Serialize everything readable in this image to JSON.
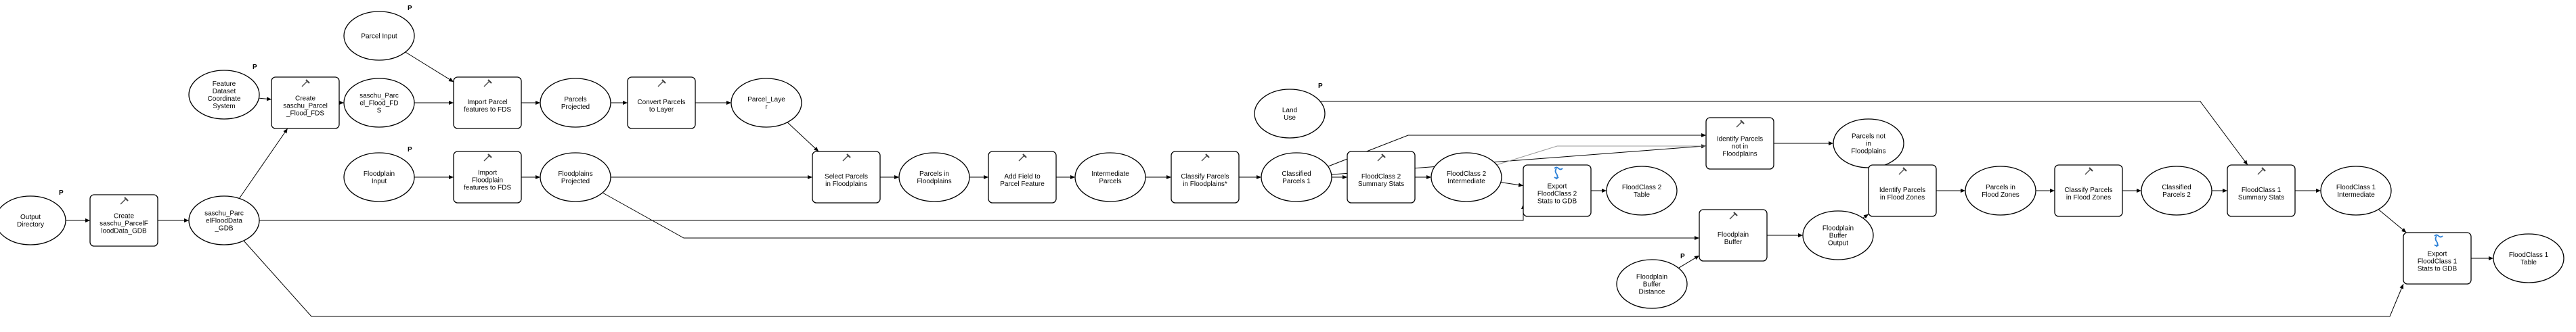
{
  "colors": {
    "stroke": "#000000",
    "fill": "#ffffff",
    "export_icon": "#2a7fd6",
    "light_connector": "#9a9a9a"
  },
  "param_marker": "P",
  "nodes": [
    {
      "id": "output_dir",
      "shape": "ellipse",
      "label": "Output Directory",
      "lines": [
        "Output",
        "Directory"
      ],
      "param": true
    },
    {
      "id": "create_gdb",
      "shape": "tool",
      "label": "Create saschu_ParcelF loodData_GDB",
      "lines": [
        "Create",
        "saschu_ParcelF",
        "loodData_GDB"
      ],
      "icon": "hammer-icon"
    },
    {
      "id": "gdb_out",
      "shape": "ellipse",
      "label": "saschu_ParcelFloodData_GDB",
      "lines": [
        "saschu_Parc",
        "elFloodData",
        "_GDB"
      ]
    },
    {
      "id": "fd_coord",
      "shape": "ellipse",
      "label": "Feature Dataset Coordinate System",
      "lines": [
        "Feature",
        "Dataset",
        "Coordinate",
        "System"
      ],
      "param": true
    },
    {
      "id": "create_fds",
      "shape": "tool",
      "label": "Create saschu_Parcel_Flood_FDS",
      "lines": [
        "Create",
        "saschu_Parcel",
        "_Flood_FDS"
      ],
      "icon": "hammer-icon"
    },
    {
      "id": "fds_out",
      "shape": "ellipse",
      "label": "saschu_Parcel_Flood_FDS",
      "lines": [
        "saschu_Parc",
        "el_Flood_FD",
        "S"
      ]
    },
    {
      "id": "parcel_input",
      "shape": "ellipse",
      "label": "Parcel Input",
      "lines": [
        "Parcel Input"
      ],
      "param": true
    },
    {
      "id": "import_parcel",
      "shape": "tool",
      "label": "Import Parcel features to FDS",
      "lines": [
        "Import Parcel",
        "features to FDS"
      ],
      "icon": "hammer-icon"
    },
    {
      "id": "parcels_projected",
      "shape": "ellipse",
      "label": "Parcels Projected",
      "lines": [
        "Parcels",
        "Projected"
      ]
    },
    {
      "id": "convert_parcels",
      "shape": "tool",
      "label": "Convert Parcels to Layer",
      "lines": [
        "Convert Parcels",
        "to Layer"
      ],
      "icon": "hammer-icon"
    },
    {
      "id": "parcel_layer",
      "shape": "ellipse",
      "label": "Parcel_Layer",
      "lines": [
        "Parcel_Laye",
        "r"
      ]
    },
    {
      "id": "floodplain_input",
      "shape": "ellipse",
      "label": "Floodplain Input",
      "lines": [
        "Floodplain",
        "Input"
      ],
      "param": true
    },
    {
      "id": "import_floodplain",
      "shape": "tool",
      "label": "Import Floodplain features to FDS",
      "lines": [
        "Import",
        "Floodplain",
        "features to FDS"
      ],
      "icon": "hammer-icon"
    },
    {
      "id": "floodplains_projected",
      "shape": "ellipse",
      "label": "Floodplains Projected",
      "lines": [
        "Floodplains",
        "Projected"
      ]
    },
    {
      "id": "select_parcels",
      "shape": "tool",
      "label": "Select Parcels in Floodplains",
      "lines": [
        "Select Parcels",
        "in Floodplains"
      ],
      "icon": "hammer-icon"
    },
    {
      "id": "parcels_in_fp",
      "shape": "ellipse",
      "label": "Parcels in Floodplains",
      "lines": [
        "Parcels in",
        "Floodplains"
      ]
    },
    {
      "id": "add_field",
      "shape": "tool",
      "label": "Add Field to Parcel Feature",
      "lines": [
        "Add Field to",
        "Parcel Feature"
      ],
      "icon": "hammer-icon"
    },
    {
      "id": "intermediate_parcels",
      "shape": "ellipse",
      "label": "Intermediate Parcels",
      "lines": [
        "Intermediate",
        "Parcels"
      ]
    },
    {
      "id": "classify_fp",
      "shape": "tool",
      "label": "Classify Parcels in Floodplains*",
      "lines": [
        "Classify Parcels",
        "in Floodplains*"
      ],
      "icon": "hammer-icon"
    },
    {
      "id": "classified_1",
      "shape": "ellipse",
      "label": "Classified Parcels 1",
      "lines": [
        "Classified",
        "Parcels 1"
      ]
    },
    {
      "id": "land_use",
      "shape": "ellipse",
      "label": "Land Use",
      "lines": [
        "Land",
        "Use"
      ],
      "param": true
    },
    {
      "id": "fc2_stats",
      "shape": "tool",
      "label": "FloodClass 2 Summary Stats",
      "lines": [
        "FloodClass 2",
        "Summary Stats"
      ],
      "icon": "hammer-icon"
    },
    {
      "id": "fc2_intermediate",
      "shape": "ellipse",
      "label": "FloodClass 2 Intermediate",
      "lines": [
        "FloodClass 2",
        "Intermediate"
      ]
    },
    {
      "id": "export_fc2",
      "shape": "tool",
      "label": "Export FloodClass 2 Stats to GDB",
      "lines": [
        "Export",
        "FloodClass 2",
        "Stats to GDB"
      ],
      "icon": "script-icon"
    },
    {
      "id": "fc2_table",
      "shape": "ellipse",
      "label": "FloodClass 2 Table",
      "lines": [
        "FloodClass 2",
        "Table"
      ]
    },
    {
      "id": "identify_not",
      "shape": "tool",
      "label": "Identify Parcels not in Floodplains",
      "lines": [
        "Identify Parcels",
        "not in",
        "Floodplains"
      ],
      "icon": "hammer-icon"
    },
    {
      "id": "parcels_not",
      "shape": "ellipse",
      "label": "Parcels not in Floodplains",
      "lines": [
        "Parcels not",
        "in",
        "Floodplains"
      ]
    },
    {
      "id": "fp_buffer",
      "shape": "tool",
      "label": "Floodplain Buffer",
      "lines": [
        "Floodplain",
        "Buffer"
      ],
      "icon": "hammer-icon"
    },
    {
      "id": "buffer_output",
      "shape": "ellipse",
      "label": "Floodplain Buffer Output",
      "lines": [
        "Floodplain",
        "Buffer",
        "Output"
      ]
    },
    {
      "id": "buffer_distance",
      "shape": "ellipse",
      "label": "Floodplain Buffer Distance",
      "lines": [
        "Floodplain",
        "Buffer",
        "Distance"
      ],
      "param": true
    },
    {
      "id": "identify_zones",
      "shape": "tool",
      "label": "Identify Parcels in Flood Zones",
      "lines": [
        "Identify Parcels",
        "in Flood Zones"
      ],
      "icon": "hammer-icon"
    },
    {
      "id": "parcels_zones",
      "shape": "ellipse",
      "label": "Parcels in Flood Zones",
      "lines": [
        "Parcels in",
        "Flood Zones"
      ]
    },
    {
      "id": "classify_zones",
      "shape": "tool",
      "label": "Classify Parcels in Flood Zones",
      "lines": [
        "Classify Parcels",
        "in Flood Zones"
      ],
      "icon": "hammer-icon"
    },
    {
      "id": "classified_2",
      "shape": "ellipse",
      "label": "Classified Parcels 2",
      "lines": [
        "Classified",
        "Parcels 2"
      ]
    },
    {
      "id": "fc1_stats",
      "shape": "tool",
      "label": "FloodClass 1 Summary Stats",
      "lines": [
        "FloodClass 1",
        "Summary Stats"
      ],
      "icon": "hammer-icon"
    },
    {
      "id": "fc1_intermediate",
      "shape": "ellipse",
      "label": "FloodClass 1 Intermediate",
      "lines": [
        "FloodClass 1",
        "Intermediate"
      ]
    },
    {
      "id": "export_fc1",
      "shape": "tool",
      "label": "Export FloodClass 1 Stats to GDB",
      "lines": [
        "Export",
        "FloodClass 1",
        "Stats to GDB"
      ],
      "icon": "script-icon"
    },
    {
      "id": "fc1_table",
      "shape": "ellipse",
      "label": "FloodClass 1 Table",
      "lines": [
        "FloodClass 1",
        "Table"
      ]
    }
  ],
  "edges": [
    [
      "output_dir",
      "create_gdb"
    ],
    [
      "create_gdb",
      "gdb_out"
    ],
    [
      "gdb_out",
      "create_fds"
    ],
    [
      "fd_coord",
      "create_fds"
    ],
    [
      "create_fds",
      "fds_out"
    ],
    [
      "fds_out",
      "import_parcel"
    ],
    [
      "parcel_input",
      "import_parcel"
    ],
    [
      "import_parcel",
      "parcels_projected"
    ],
    [
      "parcels_projected",
      "convert_parcels"
    ],
    [
      "convert_parcels",
      "parcel_layer"
    ],
    [
      "parcel_layer",
      "select_parcels"
    ],
    [
      "floodplain_input",
      "import_floodplain"
    ],
    [
      "import_floodplain",
      "floodplains_projected"
    ],
    [
      "floodplains_projected",
      "select_parcels"
    ],
    [
      "select_parcels",
      "parcels_in_fp"
    ],
    [
      "parcels_in_fp",
      "add_field"
    ],
    [
      "add_field",
      "intermediate_parcels"
    ],
    [
      "intermediate_parcels",
      "classify_fp"
    ],
    [
      "classify_fp",
      "classified_1"
    ],
    [
      "classified_1",
      "fc2_stats"
    ],
    [
      "fc2_stats",
      "fc2_intermediate"
    ],
    [
      "fc2_intermediate",
      "export_fc2"
    ],
    [
      "export_fc2",
      "fc2_table"
    ],
    [
      "classified_1",
      "identify_not"
    ],
    [
      "identify_not",
      "parcels_not"
    ],
    [
      "parcels_not",
      "identify_zones"
    ],
    [
      "fp_buffer",
      "buffer_output"
    ],
    [
      "buffer_output",
      "identify_zones"
    ],
    [
      "buffer_distance",
      "fp_buffer"
    ],
    [
      "identify_zones",
      "parcels_zones"
    ],
    [
      "parcels_zones",
      "classify_zones"
    ],
    [
      "classify_zones",
      "classified_2"
    ],
    [
      "classified_2",
      "fc1_stats"
    ],
    [
      "fc1_stats",
      "fc1_intermediate"
    ],
    [
      "fc1_intermediate",
      "export_fc1"
    ],
    [
      "export_fc1",
      "fc1_table"
    ]
  ]
}
